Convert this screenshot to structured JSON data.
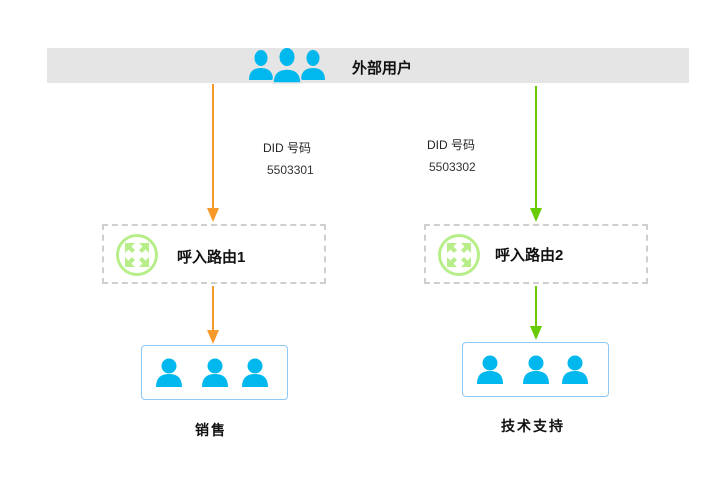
{
  "diagram": {
    "source": {
      "label": "外部用户",
      "icon": "user-group-icon"
    },
    "routes": [
      {
        "did_label": "DID 号码",
        "did_number": "5503301",
        "router_label": "呼入路由1",
        "router_icon": "expand-arrows-icon",
        "arrow_color": "#f7992b",
        "target_group": {
          "label": "销售",
          "member_count": 3,
          "icon": "user-icon"
        }
      },
      {
        "did_label": "DID 号码",
        "did_number": "5503302",
        "router_label": "呼入路由2",
        "router_icon": "expand-arrows-icon",
        "arrow_color": "#66cc00",
        "target_group": {
          "label": "技术支持",
          "member_count": 3,
          "icon": "user-icon"
        }
      }
    ],
    "colors": {
      "user_icon": "#00b7ee",
      "router_icon": "#b8ee8a",
      "group_border": "#8cc8f5",
      "router_border": "#cfcfcf",
      "topbar_bg": "#e5e5e5"
    }
  }
}
